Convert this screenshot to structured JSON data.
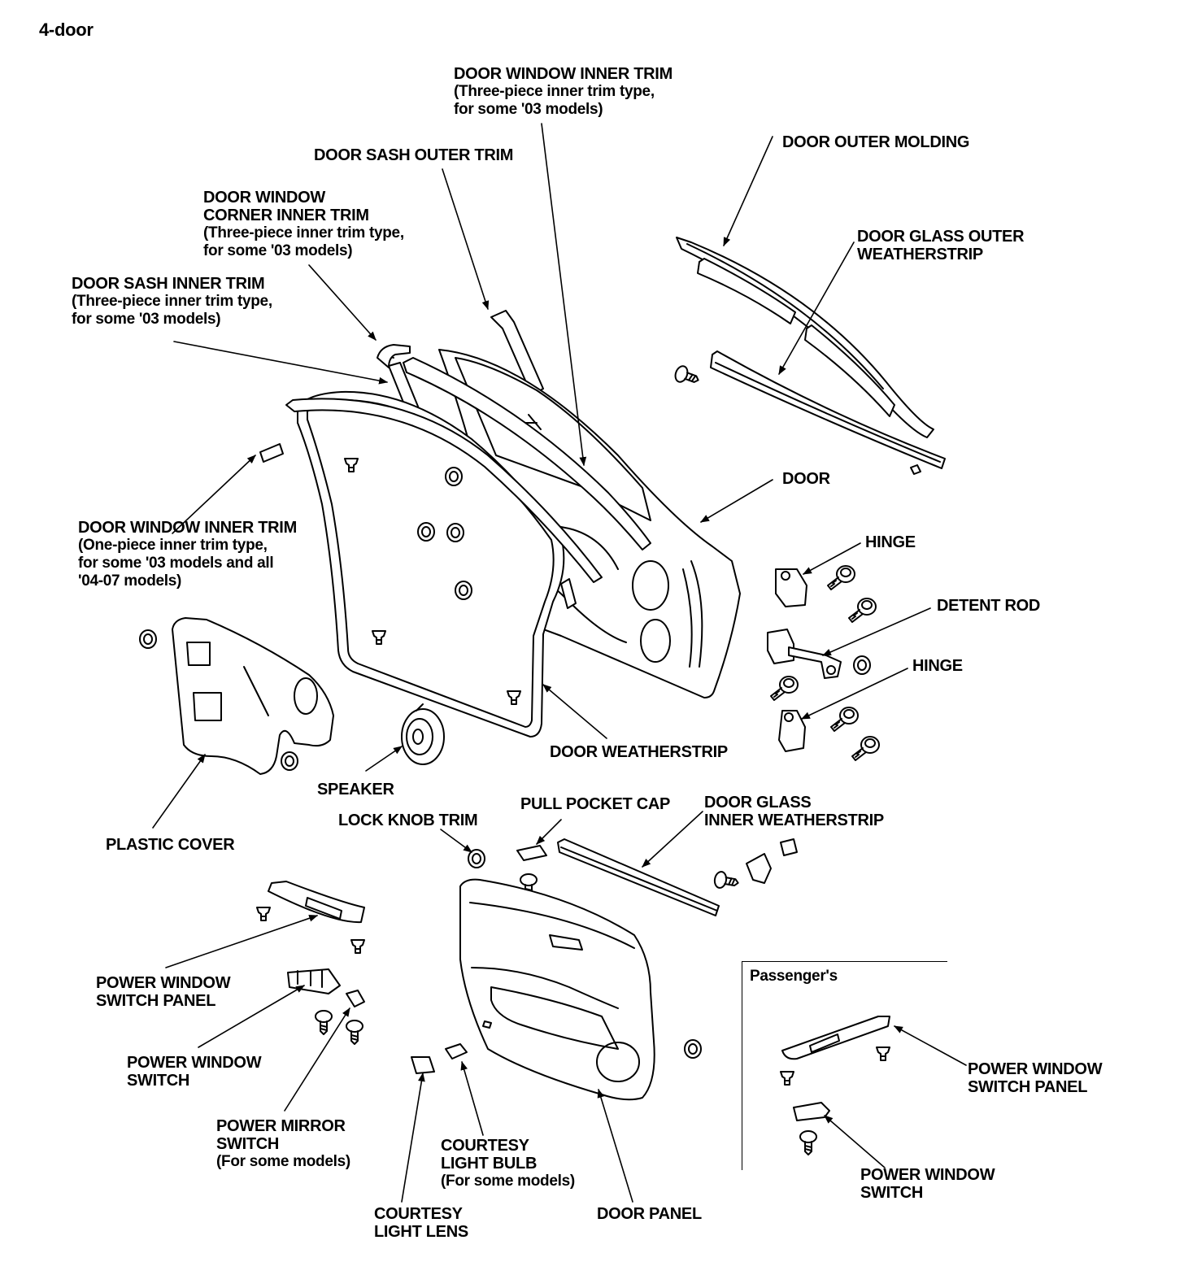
{
  "header": {
    "title": "4-door"
  },
  "labels": {
    "door_window_inner_trim_3pc": {
      "title": "DOOR WINDOW INNER TRIM",
      "note1": "(Three-piece inner trim type,",
      "note2": "for some '03 models)"
    },
    "door_sash_outer_trim": {
      "title": "DOOR SASH OUTER TRIM"
    },
    "door_outer_molding": {
      "title": "DOOR OUTER MOLDING"
    },
    "door_window_corner_inner_trim": {
      "line1": "DOOR WINDOW",
      "line2": "CORNER INNER TRIM",
      "note1": "(Three-piece inner trim type,",
      "note2": "for some '03 models)"
    },
    "door_glass_outer_weatherstrip": {
      "line1": "DOOR GLASS OUTER",
      "line2": "WEATHERSTRIP"
    },
    "door_sash_inner_trim": {
      "title": "DOOR SASH INNER TRIM",
      "note1": "(Three-piece inner trim type,",
      "note2": "for some '03 models)"
    },
    "door": {
      "title": "DOOR"
    },
    "hinge_upper": {
      "title": "HINGE"
    },
    "door_window_inner_trim_1pc": {
      "title": "DOOR WINDOW INNER TRIM",
      "note1": "(One-piece inner trim type,",
      "note2": "for some '03 models and all",
      "note3": "'04-07 models)"
    },
    "detent_rod": {
      "title": "DETENT ROD"
    },
    "hinge_lower": {
      "title": "HINGE"
    },
    "door_weatherstrip": {
      "title": "DOOR WEATHERSTRIP"
    },
    "speaker": {
      "title": "SPEAKER"
    },
    "pull_pocket_cap": {
      "title": "PULL POCKET CAP"
    },
    "door_glass_inner_weatherstrip": {
      "line1": "DOOR GLASS",
      "line2": "INNER WEATHERSTRIP"
    },
    "lock_knob_trim": {
      "title": "LOCK KNOB TRIM"
    },
    "plastic_cover": {
      "title": "PLASTIC COVER"
    },
    "power_window_switch_panel": {
      "line1": "POWER WINDOW",
      "line2": "SWITCH PANEL"
    },
    "power_window_switch": {
      "line1": "POWER WINDOW",
      "line2": "SWITCH"
    },
    "power_mirror_switch": {
      "line1": "POWER MIRROR",
      "line2": "SWITCH",
      "note": "(For some models)"
    },
    "courtesy_light_bulb": {
      "line1": "COURTESY",
      "line2": "LIGHT BULB",
      "note": "(For some models)"
    },
    "courtesy_light_lens": {
      "line1": "COURTESY",
      "line2": "LIGHT LENS"
    },
    "door_panel": {
      "title": "DOOR PANEL"
    }
  },
  "passenger_inset": {
    "title": "Passenger's",
    "switch_panel": {
      "line1": "POWER WINDOW",
      "line2": "SWITCH PANEL"
    },
    "switch": {
      "line1": "POWER WINDOW",
      "line2": "SWITCH"
    }
  }
}
